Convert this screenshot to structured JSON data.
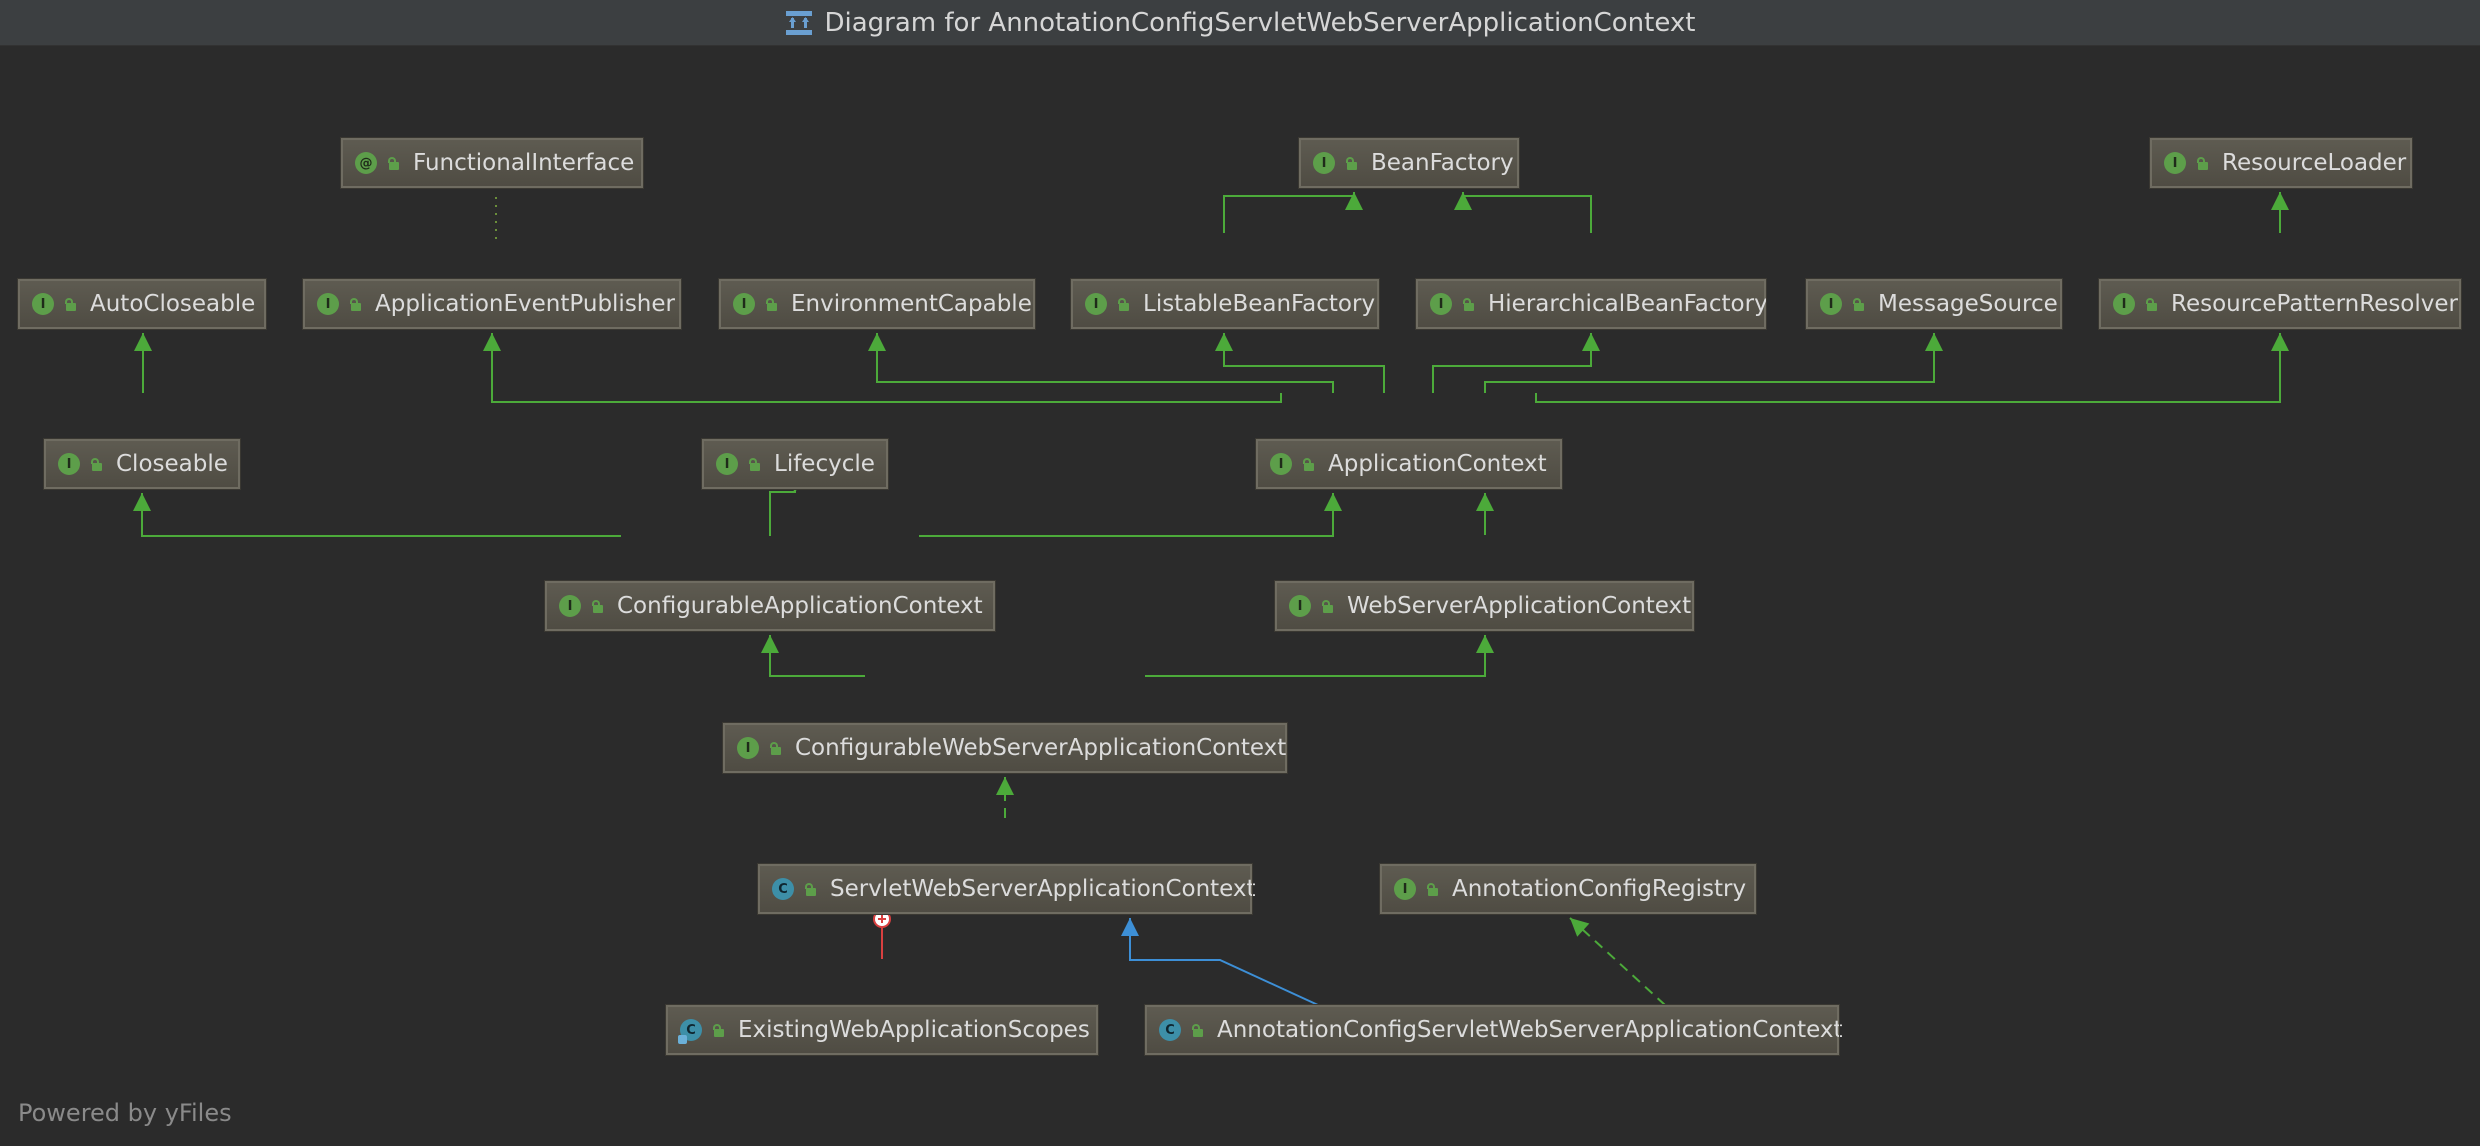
{
  "window": {
    "title": "Diagram for AnnotationConfigServletWebServerApplicationContext",
    "icon": "class-diagram-icon"
  },
  "footer": {
    "text": "Powered by yFiles"
  },
  "colors": {
    "background": "#2b2b2b",
    "extends_edge": "#4caa3a",
    "class_extends_edge": "#3d8fd6",
    "inner_class_edge": "#d94040",
    "interface_badge": "#5d9e4a",
    "class_badge": "#3d8fa8"
  },
  "nodes": [
    {
      "id": "FunctionalInterface",
      "label": "FunctionalInterface",
      "kind": "annotation",
      "badge": "@"
    },
    {
      "id": "BeanFactory",
      "label": "BeanFactory",
      "kind": "interface",
      "badge": "I"
    },
    {
      "id": "ResourceLoader",
      "label": "ResourceLoader",
      "kind": "interface",
      "badge": "I"
    },
    {
      "id": "AutoCloseable",
      "label": "AutoCloseable",
      "kind": "interface",
      "badge": "I"
    },
    {
      "id": "ApplicationEventPublisher",
      "label": "ApplicationEventPublisher",
      "kind": "interface",
      "badge": "I"
    },
    {
      "id": "EnvironmentCapable",
      "label": "EnvironmentCapable",
      "kind": "interface",
      "badge": "I"
    },
    {
      "id": "ListableBeanFactory",
      "label": "ListableBeanFactory",
      "kind": "interface",
      "badge": "I"
    },
    {
      "id": "HierarchicalBeanFactory",
      "label": "HierarchicalBeanFactory",
      "kind": "interface",
      "badge": "I"
    },
    {
      "id": "MessageSource",
      "label": "MessageSource",
      "kind": "interface",
      "badge": "I"
    },
    {
      "id": "ResourcePatternResolver",
      "label": "ResourcePatternResolver",
      "kind": "interface",
      "badge": "I"
    },
    {
      "id": "Closeable",
      "label": "Closeable",
      "kind": "interface",
      "badge": "I"
    },
    {
      "id": "Lifecycle",
      "label": "Lifecycle",
      "kind": "interface",
      "badge": "I"
    },
    {
      "id": "ApplicationContext",
      "label": "ApplicationContext",
      "kind": "interface",
      "badge": "I"
    },
    {
      "id": "ConfigurableApplicationContext",
      "label": "ConfigurableApplicationContext",
      "kind": "interface",
      "badge": "I"
    },
    {
      "id": "WebServerApplicationContext",
      "label": "WebServerApplicationContext",
      "kind": "interface",
      "badge": "I"
    },
    {
      "id": "ConfigurableWebServerApplicationContext",
      "label": "ConfigurableWebServerApplicationContext",
      "kind": "interface",
      "badge": "I"
    },
    {
      "id": "ServletWebServerApplicationContext",
      "label": "ServletWebServerApplicationContext",
      "kind": "class",
      "badge": "C"
    },
    {
      "id": "AnnotationConfigRegistry",
      "label": "AnnotationConfigRegistry",
      "kind": "interface",
      "badge": "I"
    },
    {
      "id": "ExistingWebApplicationScopes",
      "label": "ExistingWebApplicationScopes",
      "kind": "class-inner",
      "badge": "C"
    },
    {
      "id": "AnnotationConfigServletWebServerApplicationContext",
      "label": "AnnotationConfigServletWebServerApplicationContext",
      "kind": "class",
      "badge": "C"
    }
  ],
  "edges": [
    {
      "from": "ApplicationEventPublisher",
      "to": "FunctionalInterface",
      "type": "annotated"
    },
    {
      "from": "ListableBeanFactory",
      "to": "BeanFactory",
      "type": "extends"
    },
    {
      "from": "HierarchicalBeanFactory",
      "to": "BeanFactory",
      "type": "extends"
    },
    {
      "from": "ResourcePatternResolver",
      "to": "ResourceLoader",
      "type": "extends"
    },
    {
      "from": "Closeable",
      "to": "AutoCloseable",
      "type": "extends"
    },
    {
      "from": "ApplicationContext",
      "to": "ApplicationEventPublisher",
      "type": "extends"
    },
    {
      "from": "ApplicationContext",
      "to": "EnvironmentCapable",
      "type": "extends"
    },
    {
      "from": "ApplicationContext",
      "to": "ListableBeanFactory",
      "type": "extends"
    },
    {
      "from": "ApplicationContext",
      "to": "HierarchicalBeanFactory",
      "type": "extends"
    },
    {
      "from": "ApplicationContext",
      "to": "MessageSource",
      "type": "extends"
    },
    {
      "from": "ApplicationContext",
      "to": "ResourcePatternResolver",
      "type": "extends"
    },
    {
      "from": "ConfigurableApplicationContext",
      "to": "Closeable",
      "type": "extends"
    },
    {
      "from": "ConfigurableApplicationContext",
      "to": "Lifecycle",
      "type": "extends"
    },
    {
      "from": "ConfigurableApplicationContext",
      "to": "ApplicationContext",
      "type": "extends"
    },
    {
      "from": "WebServerApplicationContext",
      "to": "ApplicationContext",
      "type": "extends"
    },
    {
      "from": "ConfigurableWebServerApplicationContext",
      "to": "ConfigurableApplicationContext",
      "type": "extends"
    },
    {
      "from": "ConfigurableWebServerApplicationContext",
      "to": "WebServerApplicationContext",
      "type": "extends"
    },
    {
      "from": "ServletWebServerApplicationContext",
      "to": "ConfigurableWebServerApplicationContext",
      "type": "implements"
    },
    {
      "from": "ExistingWebApplicationScopes",
      "to": "ServletWebServerApplicationContext",
      "type": "inner"
    },
    {
      "from": "AnnotationConfigServletWebServerApplicationContext",
      "to": "ServletWebServerApplicationContext",
      "type": "class-extends"
    },
    {
      "from": "AnnotationConfigServletWebServerApplicationContext",
      "to": "AnnotationConfigRegistry",
      "type": "implements"
    }
  ]
}
